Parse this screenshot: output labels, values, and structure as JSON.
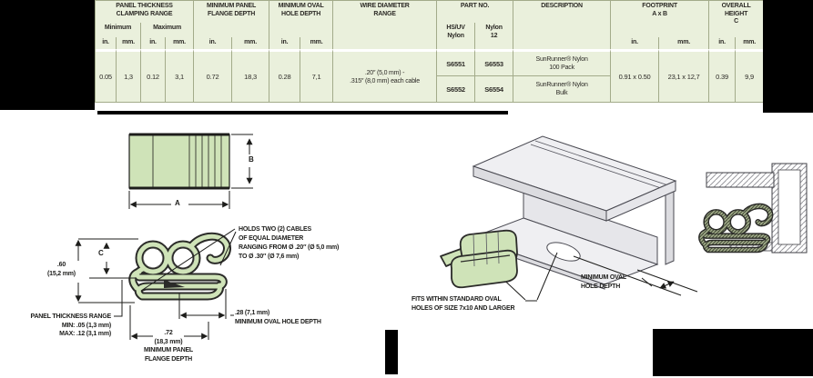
{
  "table": {
    "group_headers": {
      "panel_thickness": "PANEL THICKNESS\nCLAMPING RANGE",
      "flange_depth": "MINIMUM PANEL\nFLANGE DEPTH",
      "oval_hole": "MINIMUM OVAL\nHOLE DEPTH",
      "wire_diameter": "WIRE DIAMETER\nRANGE",
      "part_no": "PART NO.",
      "description": "DESCRIPTION",
      "footprint": "FOOTPRINT\nA x B",
      "overall_height": "OVERALL\nHEIGHT\nC"
    },
    "sub_headers": {
      "minimum": "Minimum",
      "maximum": "Maximum",
      "hsuv_nylon": "HS/UV\nNylon",
      "nylon12": "Nylon\n12"
    },
    "units": {
      "in": "in.",
      "mm": "mm."
    },
    "values": {
      "panel_min_in": "0.05",
      "panel_min_mm": "1,3",
      "panel_max_in": "0.12",
      "panel_max_mm": "3,1",
      "flange_in": "0.72",
      "flange_mm": "18,3",
      "oval_in": "0.28",
      "oval_mm": "7,1",
      "wire_range": ".20″ (5,0 mm) -\n.315″ (8,0 mm) each cable",
      "part_rows": [
        {
          "hsuv": "S6551",
          "nylon12": "S6553",
          "description": "SunRunner® Nylon\n100 Pack"
        },
        {
          "hsuv": "S6552",
          "nylon12": "S6554",
          "description": "SunRunner® Nylon\nBulk"
        }
      ],
      "footprint_in": "0.91 x 0.50",
      "footprint_mm": "23,1 x 12,7",
      "height_in": "0.39",
      "height_mm": "9,9"
    }
  },
  "diagrams": {
    "top_view": {
      "dim_a": "A",
      "dim_b": "B"
    },
    "side_view": {
      "holds_cables": "HOLDS TWO (2) CABLES\nOF EQUAL DIAMETER\nRANGING FROM Ø .20″ (Ø 5,0 mm)\nTO Ø .30″ (Ø 7,6 mm)",
      "dim_height": ".60\n(15,2 mm)",
      "dim_c": "C",
      "panel_thickness": "PANEL THICKNESS RANGE\nMIN: .05 (1,3 mm)\nMAX: .12 (3,1 mm)",
      "oval_hole_depth": ".28 (7,1 mm)\nMINIMUM OVAL HOLE DEPTH",
      "flange_depth": ".72\n(18,3 mm)\nMINIMUM PANEL\nFLANGE DEPTH"
    },
    "iso_view": {
      "fits_within": "FITS WITHIN STANDARD OVAL\nHOLES OF SIZE 7x10 AND LARGER",
      "min_oval": "MINIMUM OVAL\nHOLE DEPTH"
    }
  },
  "colors": {
    "table_bg": "#eaf0dc",
    "table_line": "#a3ab8a",
    "ink": "#1d1d1b",
    "diagram_green": "#cfe3b8",
    "panel_gray": "#efeff2",
    "panel_gray_dark": "#dcdce0",
    "outline": "#4a4a52"
  }
}
